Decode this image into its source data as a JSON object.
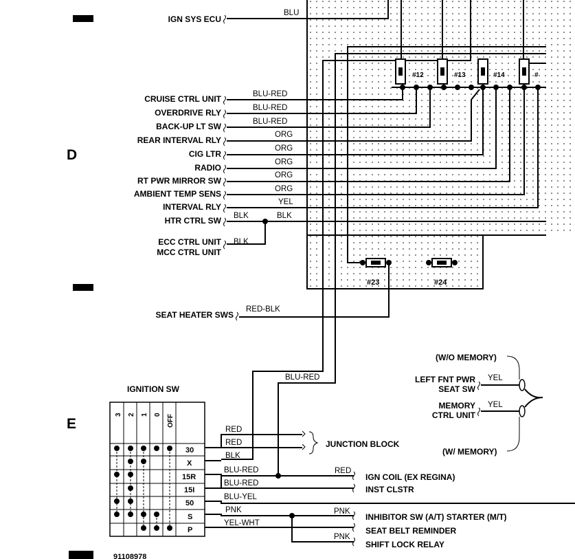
{
  "left_connections": [
    {
      "label": "IGN SYS ECU",
      "wire": "BLU"
    },
    {
      "label": "CRUISE CTRL UNIT",
      "wire": "BLU-RED"
    },
    {
      "label": "OVERDRIVE RLY",
      "wire": "BLU-RED"
    },
    {
      "label": "BACK-UP LT SW",
      "wire": "BLU-RED"
    },
    {
      "label": "REAR INTERVAL RLY",
      "wire": "ORG"
    },
    {
      "label": "CIG LTR",
      "wire": "ORG"
    },
    {
      "label": "RADIO",
      "wire": "ORG"
    },
    {
      "label": "RT PWR MIRROR SW",
      "wire": "ORG"
    },
    {
      "label": "AMBIENT TEMP SENS",
      "wire": "ORG"
    },
    {
      "label": "INTERVAL RLY",
      "wire": "YEL"
    },
    {
      "label": "HTR CTRL SW",
      "wire": "BLK",
      "wire2": "BLK"
    }
  ],
  "ecc": {
    "label1": "ECC CTRL UNIT",
    "label2": "MCC CTRL UNIT",
    "wire": "BLK"
  },
  "seat_heater": {
    "label": "SEAT HEATER SWS",
    "wire": "RED-BLK"
  },
  "fuses": [
    "#12",
    "#13",
    "#14",
    "#"
  ],
  "relays": [
    "#23",
    "#24"
  ],
  "zone_letters": [
    "D",
    "E"
  ],
  "ignition": {
    "title": "IGNITION SW",
    "columns": [
      "3",
      "2",
      "1",
      "0",
      "OFF"
    ],
    "rows": [
      "30",
      "X",
      "15R",
      "15I",
      "50",
      "S",
      "P"
    ],
    "blu_red_label": "BLU-RED"
  },
  "switch_wires": [
    "RED",
    "RED",
    "BLK",
    "BLU-RED",
    "BLU-RED",
    "BLU-YEL",
    "PNK",
    "YEL-WHT"
  ],
  "junction_block": "JUNCTION BLOCK",
  "right_outputs": [
    {
      "label": "IGN COIL (EX REGINA)",
      "wire": "RED"
    },
    {
      "label": "INST CLSTR",
      "wire": ""
    },
    {
      "label": "INHIBITOR SW (A/T) STARTER (M/T)",
      "wire": "PNK"
    },
    {
      "label": "SEAT BELT REMINDER",
      "wire": ""
    },
    {
      "label": "SHIFT LOCK RELAY",
      "wire": "PNK"
    }
  ],
  "memory": {
    "wo_memory": "(W/O MEMORY)",
    "left_seat1": "LEFT FNT PWR",
    "left_seat2": "SEAT SW",
    "memory1": "MEMORY",
    "memory2": "CTRL UNIT",
    "w_memory": "(W/ MEMORY)",
    "wire1": "YEL",
    "wire2": "YEL"
  },
  "footer_code": "91108978"
}
